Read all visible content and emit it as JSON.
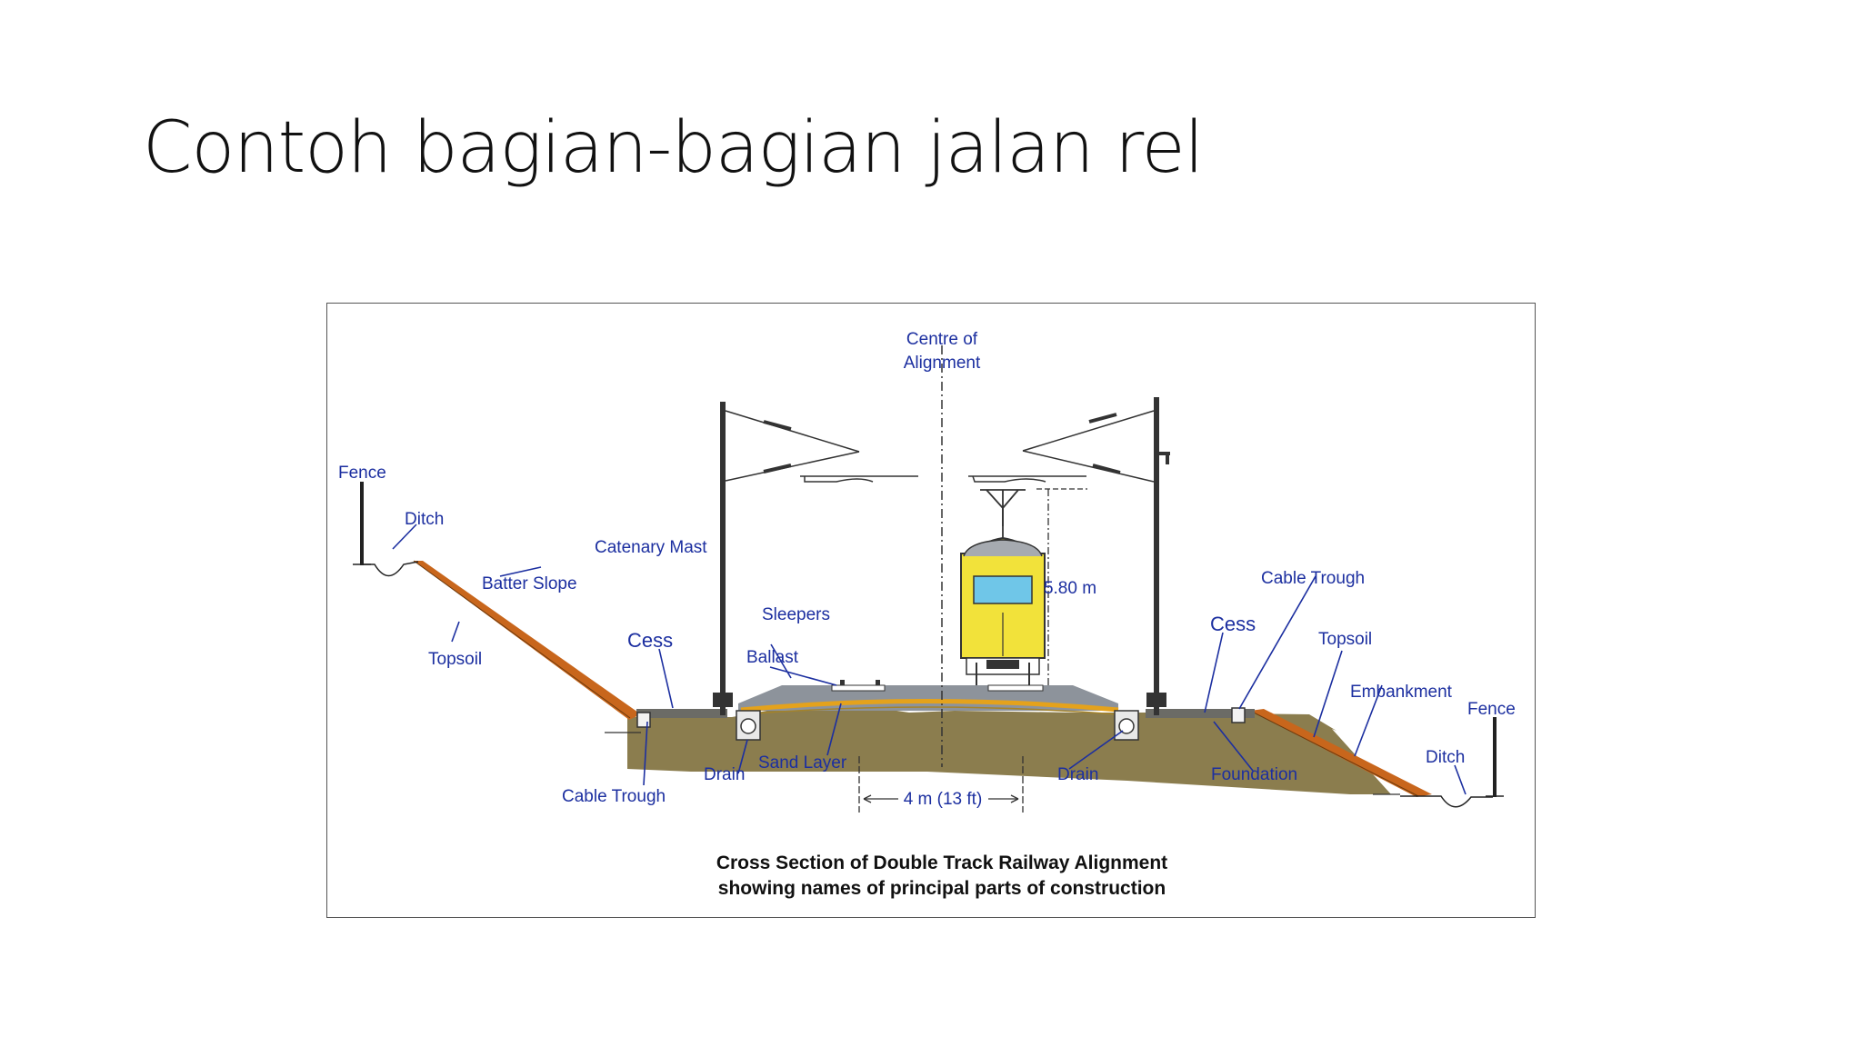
{
  "slide": {
    "title": "Contoh bagian-bagian jalan rel"
  },
  "diagram": {
    "labels": {
      "centre_line1": "Centre of",
      "centre_line2": "Alignment",
      "fence_left": "Fence",
      "ditch_left": "Ditch",
      "catenary_mast": "Catenary Mast",
      "batter_slope": "Batter Slope",
      "topsoil_left": "Topsoil",
      "cess_left": "Cess",
      "sleepers": "Sleepers",
      "ballast": "Ballast",
      "cable_trough_left": "Cable Trough",
      "drain_left": "Drain",
      "sand_layer": "Sand Layer",
      "drain_right": "Drain",
      "foundation": "Foundation",
      "cable_trough_right": "Cable Trough",
      "cess_right": "Cess",
      "topsoil_right": "Topsoil",
      "embankment": "Embankment",
      "fence_right": "Fence",
      "ditch_right": "Ditch"
    },
    "dimensions": {
      "height": "5.80 m",
      "track_spacing": "4 m (13 ft)"
    },
    "caption": {
      "line1": "Cross Section of Double Track Railway Alignment",
      "line2": "showing names of principal parts of construction"
    },
    "colors": {
      "label_blue": "#1c2fa0",
      "embankment_earth": "#8b7d4e",
      "batter_slope": "#c8661c",
      "sand_layer": "#e4a21c",
      "ballast": "#8d939b",
      "train_body": "#f2e23a",
      "train_window": "#6fc6e8"
    }
  }
}
